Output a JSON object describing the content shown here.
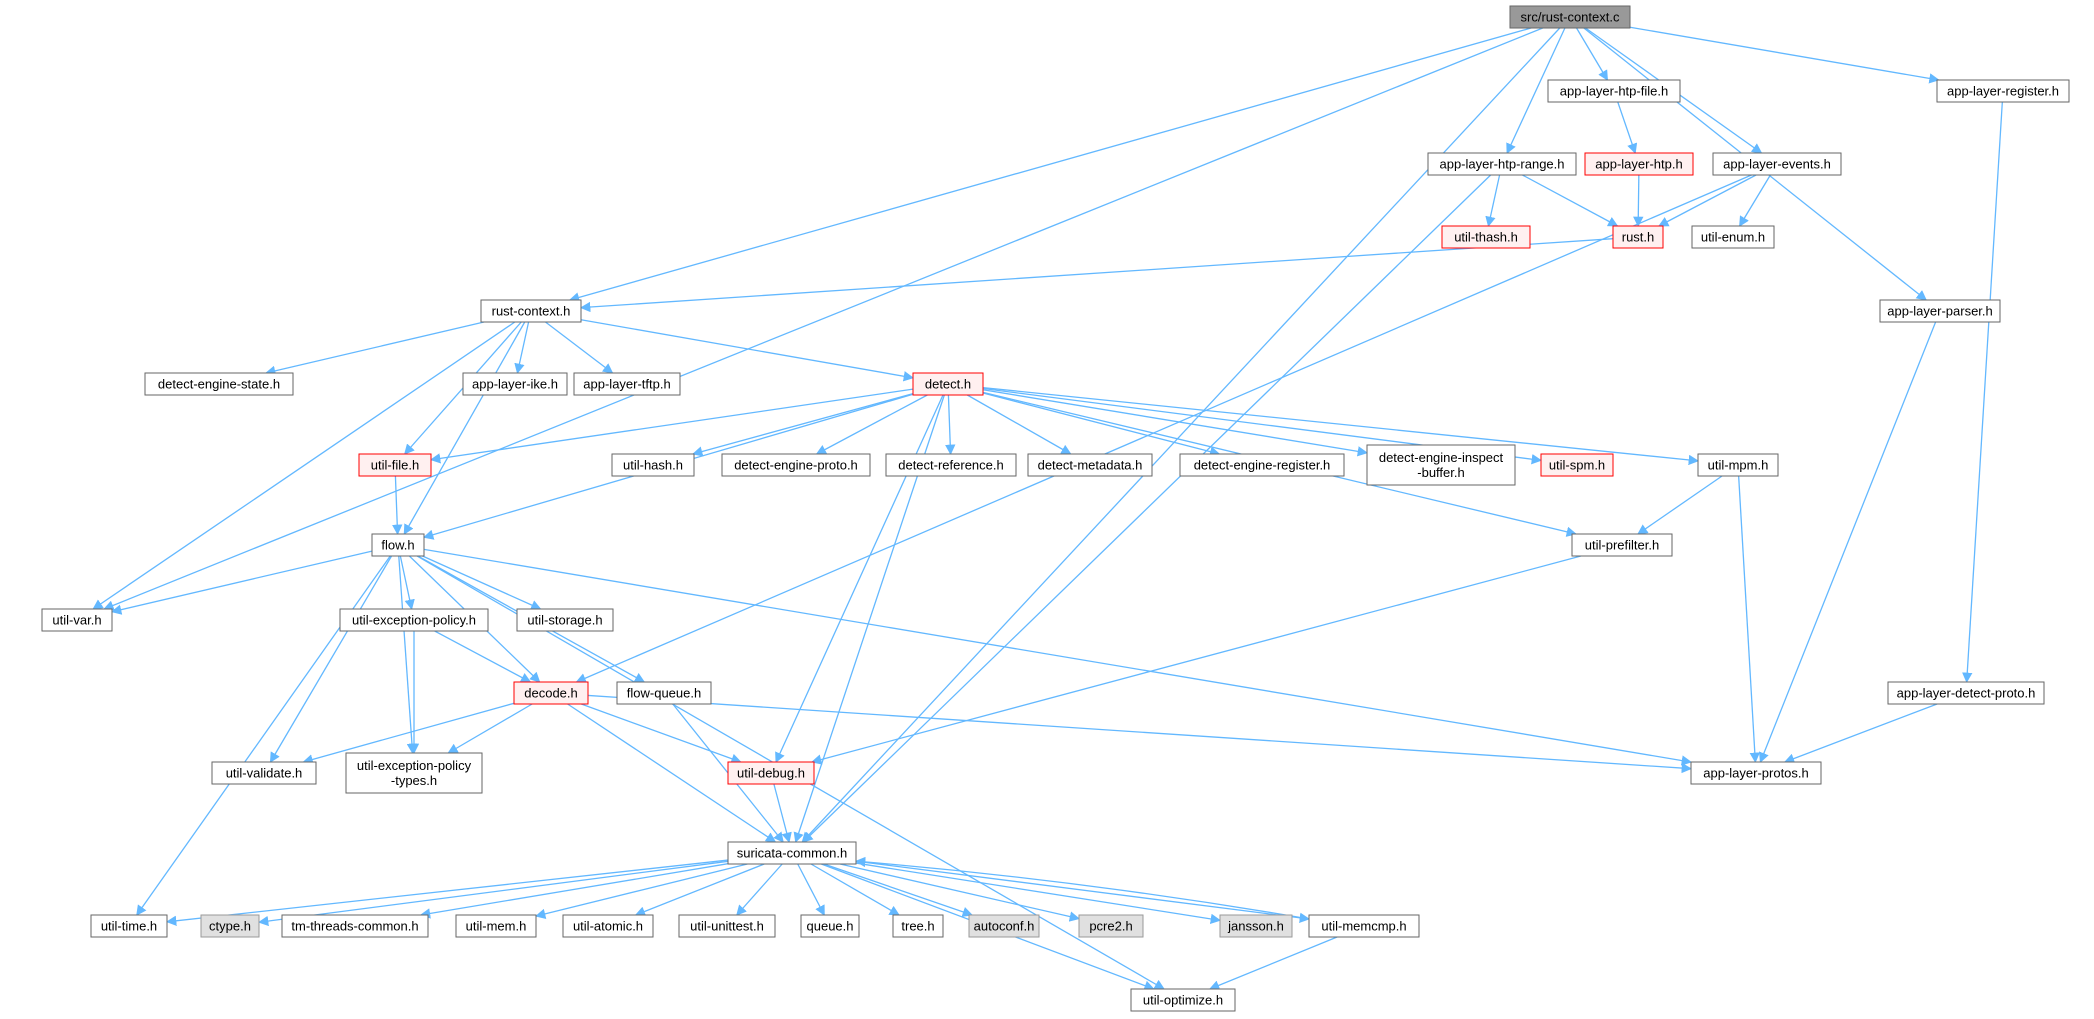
{
  "colors": {
    "edge": "#63b8ff",
    "root_fill": "#999999",
    "normal_fill": "#ffffff",
    "normal_border": "#666666",
    "truncated_border": "#ff0000",
    "truncated_fill": "#fff0f0",
    "system_fill": "#e0e0e0",
    "system_border": "#999999"
  },
  "nodes": [
    {
      "id": "root",
      "label": "src/rust-context.c",
      "kind": "root"
    },
    {
      "id": "htp_file",
      "label": "app-layer-htp-file.h",
      "kind": "normal"
    },
    {
      "id": "register",
      "label": "app-layer-register.h",
      "kind": "normal"
    },
    {
      "id": "htp_range",
      "label": "app-layer-htp-range.h",
      "kind": "normal"
    },
    {
      "id": "htp",
      "label": "app-layer-htp.h",
      "kind": "truncated"
    },
    {
      "id": "events",
      "label": "app-layer-events.h",
      "kind": "normal"
    },
    {
      "id": "thash",
      "label": "util-thash.h",
      "kind": "truncated"
    },
    {
      "id": "rust",
      "label": "rust.h",
      "kind": "truncated"
    },
    {
      "id": "enum",
      "label": "util-enum.h",
      "kind": "normal"
    },
    {
      "id": "rust_context",
      "label": "rust-context.h",
      "kind": "normal"
    },
    {
      "id": "parser",
      "label": "app-layer-parser.h",
      "kind": "normal"
    },
    {
      "id": "des",
      "label": "detect-engine-state.h",
      "kind": "normal"
    },
    {
      "id": "ike",
      "label": "app-layer-ike.h",
      "kind": "normal"
    },
    {
      "id": "tftp",
      "label": "app-layer-tftp.h",
      "kind": "normal"
    },
    {
      "id": "detect",
      "label": "detect.h",
      "kind": "truncated"
    },
    {
      "id": "util_file",
      "label": "util-file.h",
      "kind": "truncated"
    },
    {
      "id": "util_hash",
      "label": "util-hash.h",
      "kind": "normal"
    },
    {
      "id": "dep",
      "label": "detect-engine-proto.h",
      "kind": "normal"
    },
    {
      "id": "dref",
      "label": "detect-reference.h",
      "kind": "normal"
    },
    {
      "id": "dmeta",
      "label": "detect-metadata.h",
      "kind": "normal"
    },
    {
      "id": "dreg",
      "label": "detect-engine-register.h",
      "kind": "normal"
    },
    {
      "id": "dib",
      "label": [
        "detect-engine-inspect",
        "-buffer.h"
      ],
      "kind": "normal"
    },
    {
      "id": "spm",
      "label": "util-spm.h",
      "kind": "truncated"
    },
    {
      "id": "mpm",
      "label": "util-mpm.h",
      "kind": "normal"
    },
    {
      "id": "flow",
      "label": "flow.h",
      "kind": "normal"
    },
    {
      "id": "prefilter",
      "label": "util-prefilter.h",
      "kind": "normal"
    },
    {
      "id": "util_var",
      "label": "util-var.h",
      "kind": "normal"
    },
    {
      "id": "uep",
      "label": "util-exception-policy.h",
      "kind": "normal"
    },
    {
      "id": "storage",
      "label": "util-storage.h",
      "kind": "normal"
    },
    {
      "id": "decode",
      "label": "decode.h",
      "kind": "truncated"
    },
    {
      "id": "flow_queue",
      "label": "flow-queue.h",
      "kind": "normal"
    },
    {
      "id": "detect_proto",
      "label": "app-layer-detect-proto.h",
      "kind": "normal"
    },
    {
      "id": "validate",
      "label": "util-validate.h",
      "kind": "normal"
    },
    {
      "id": "uept",
      "label": [
        "util-exception-policy",
        "-types.h"
      ],
      "kind": "normal"
    },
    {
      "id": "debug",
      "label": "util-debug.h",
      "kind": "truncated"
    },
    {
      "id": "protos",
      "label": "app-layer-protos.h",
      "kind": "normal"
    },
    {
      "id": "common",
      "label": "suricata-common.h",
      "kind": "normal"
    },
    {
      "id": "time",
      "label": "util-time.h",
      "kind": "normal"
    },
    {
      "id": "ctype",
      "label": "ctype.h",
      "kind": "system"
    },
    {
      "id": "tmtc",
      "label": "tm-threads-common.h",
      "kind": "normal"
    },
    {
      "id": "mem",
      "label": "util-mem.h",
      "kind": "normal"
    },
    {
      "id": "atomic",
      "label": "util-atomic.h",
      "kind": "normal"
    },
    {
      "id": "unittest",
      "label": "util-unittest.h",
      "kind": "normal"
    },
    {
      "id": "queue",
      "label": "queue.h",
      "kind": "normal"
    },
    {
      "id": "tree",
      "label": "tree.h",
      "kind": "normal"
    },
    {
      "id": "autoconf",
      "label": "autoconf.h",
      "kind": "system"
    },
    {
      "id": "pcre2",
      "label": "pcre2.h",
      "kind": "system"
    },
    {
      "id": "jansson",
      "label": "jansson.h",
      "kind": "system"
    },
    {
      "id": "memcmp",
      "label": "util-memcmp.h",
      "kind": "normal"
    },
    {
      "id": "optimize",
      "label": "util-optimize.h",
      "kind": "normal"
    }
  ],
  "edges": [
    [
      "root",
      "htp_file"
    ],
    [
      "root",
      "register"
    ],
    [
      "root",
      "htp_range"
    ],
    [
      "root",
      "events"
    ],
    [
      "root",
      "parser"
    ],
    [
      "root",
      "rust_context"
    ],
    [
      "root",
      "util_var"
    ],
    [
      "root",
      "common"
    ],
    [
      "htp_file",
      "htp"
    ],
    [
      "htp",
      "rust"
    ],
    [
      "htp_range",
      "thash"
    ],
    [
      "htp_range",
      "rust"
    ],
    [
      "htp_range",
      "common"
    ],
    [
      "events",
      "rust"
    ],
    [
      "events",
      "enum"
    ],
    [
      "events",
      "decode"
    ],
    [
      "rust",
      "rust_context"
    ],
    [
      "register",
      "detect_proto"
    ],
    [
      "detect_proto",
      "protos"
    ],
    [
      "parser",
      "protos"
    ],
    [
      "rust_context",
      "des"
    ],
    [
      "rust_context",
      "ike"
    ],
    [
      "rust_context",
      "tftp"
    ],
    [
      "rust_context",
      "detect"
    ],
    [
      "rust_context",
      "util_file"
    ],
    [
      "rust_context",
      "flow"
    ],
    [
      "rust_context",
      "util_var"
    ],
    [
      "detect",
      "util_hash"
    ],
    [
      "detect",
      "dep"
    ],
    [
      "detect",
      "dref"
    ],
    [
      "detect",
      "dmeta"
    ],
    [
      "detect",
      "dreg"
    ],
    [
      "detect",
      "dib"
    ],
    [
      "detect",
      "spm"
    ],
    [
      "detect",
      "mpm"
    ],
    [
      "detect",
      "prefilter"
    ],
    [
      "detect",
      "util_file"
    ],
    [
      "detect",
      "flow"
    ],
    [
      "detect",
      "debug"
    ],
    [
      "detect",
      "common"
    ],
    [
      "util_file",
      "flow"
    ],
    [
      "mpm",
      "prefilter"
    ],
    [
      "mpm",
      "protos"
    ],
    [
      "prefilter",
      "debug"
    ],
    [
      "flow",
      "util_var"
    ],
    [
      "flow",
      "uep"
    ],
    [
      "flow",
      "storage"
    ],
    [
      "flow",
      "decode"
    ],
    [
      "flow",
      "flow_queue"
    ],
    [
      "flow",
      "validate"
    ],
    [
      "flow",
      "uept"
    ],
    [
      "flow",
      "time"
    ],
    [
      "flow",
      "optimize"
    ],
    [
      "flow",
      "protos"
    ],
    [
      "uep",
      "decode"
    ],
    [
      "uep",
      "uept"
    ],
    [
      "decode",
      "validate"
    ],
    [
      "decode",
      "uept"
    ],
    [
      "decode",
      "debug"
    ],
    [
      "decode",
      "protos"
    ],
    [
      "decode",
      "common"
    ],
    [
      "flow_queue",
      "common"
    ],
    [
      "debug",
      "common"
    ],
    [
      "common",
      "time"
    ],
    [
      "common",
      "ctype"
    ],
    [
      "common",
      "tmtc"
    ],
    [
      "common",
      "mem"
    ],
    [
      "common",
      "atomic"
    ],
    [
      "common",
      "unittest"
    ],
    [
      "common",
      "queue"
    ],
    [
      "common",
      "tree"
    ],
    [
      "common",
      "autoconf"
    ],
    [
      "common",
      "pcre2"
    ],
    [
      "common",
      "jansson"
    ],
    [
      "common",
      "memcmp"
    ],
    [
      "common",
      "optimize"
    ],
    [
      "memcmp",
      "common"
    ],
    [
      "memcmp",
      "optimize"
    ]
  ]
}
